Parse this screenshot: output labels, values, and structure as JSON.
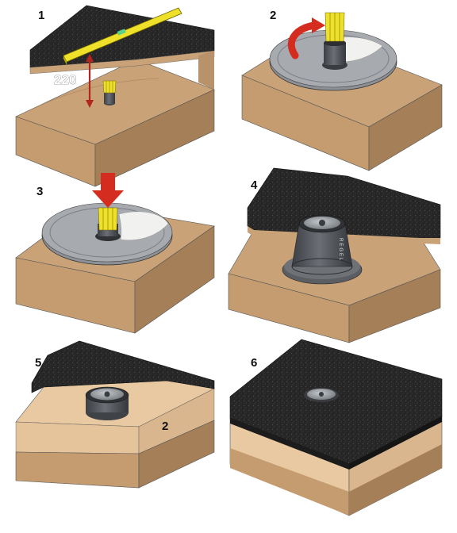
{
  "steps": [
    {
      "label": "1",
      "scene": "leveling-placement",
      "dimension": "220"
    },
    {
      "label": "2",
      "scene": "rotate-cone-on-disc",
      "arrow": "rotate"
    },
    {
      "label": "3",
      "scene": "press-cone-down",
      "arrow": "down"
    },
    {
      "label": "4",
      "scene": "installed-cone-in-asphalt",
      "lid_text": "REGEL"
    },
    {
      "label": "5",
      "scene": "cap-in-sand-layers",
      "extra_label": "2"
    },
    {
      "label": "6",
      "scene": "asphalt-finished-flush"
    }
  ],
  "colors": {
    "sand": "#c9a277",
    "sand_dark": "#a57f57",
    "sand_light": "#e9c9a1",
    "asphalt": "#262626",
    "level": "#efe02a",
    "arrow": "#d42d1f",
    "disc": "#8d9196",
    "cone": "#5a5d62",
    "lid": "#9ba0a5",
    "dimension_arrow": "#b3261e"
  }
}
